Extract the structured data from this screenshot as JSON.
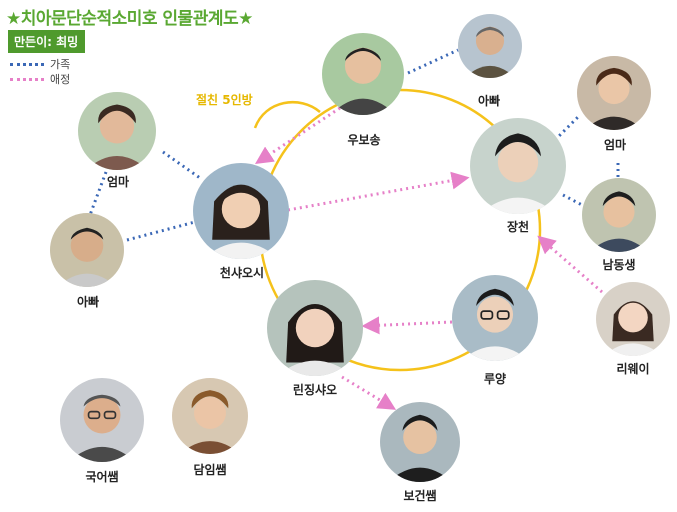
{
  "title": "★치아문단순적소미호 인물관계도★",
  "maker": "만든이: 최밍",
  "legend": [
    {
      "label": "가족",
      "color": "#3b68b6"
    },
    {
      "label": "애정",
      "color": "#e680c8"
    }
  ],
  "friend_group_label": "절친 5인방",
  "colors": {
    "friend": "#f5c21b",
    "family": "#3b68b6",
    "love": "#e680c8",
    "title": "#5aa832"
  },
  "characters": [
    {
      "id": "wubosong",
      "name": "우보송"
    },
    {
      "id": "wubosong_dad",
      "name": "아빠"
    },
    {
      "id": "chenxiaoxi",
      "name": "천샤오시"
    },
    {
      "id": "chenxiaoxi_mom",
      "name": "엄마"
    },
    {
      "id": "chenxiaoxi_dad",
      "name": "아빠"
    },
    {
      "id": "jiangchen",
      "name": "장천"
    },
    {
      "id": "jiangchen_mom",
      "name": "엄마"
    },
    {
      "id": "jiangchen_brother",
      "name": "남동생"
    },
    {
      "id": "linjingxiao",
      "name": "린징샤오"
    },
    {
      "id": "luyang",
      "name": "루양"
    },
    {
      "id": "liwei",
      "name": "리웨이"
    },
    {
      "id": "nurse_teacher",
      "name": "보건쌤"
    },
    {
      "id": "korean_teacher",
      "name": "국어쌤"
    },
    {
      "id": "homeroom_teacher",
      "name": "담임쌤"
    }
  ]
}
